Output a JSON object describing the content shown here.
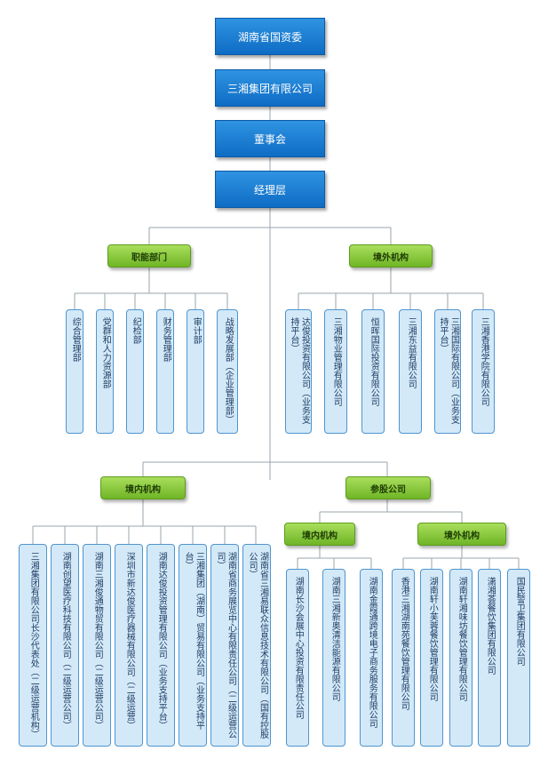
{
  "top_chain": [
    {
      "label": "湖南省国资委"
    },
    {
      "label": "三湘集团有限公司"
    },
    {
      "label": "董事会"
    },
    {
      "label": "经理层"
    }
  ],
  "groups": {
    "functional": {
      "label": "职能部门",
      "items": [
        "综合管理部",
        "党群和人力资源部",
        "纪检部",
        "财务管理部",
        "审计部",
        "战略发展部（企业管理部）"
      ]
    },
    "overseas": {
      "label": "境外机构",
      "items": [
        "达俊投资有限公司（业务支持平台）",
        "三湘物业管理有限公司",
        "恒晖国际投资有限公司",
        "三湘东益有限公司",
        "三湘国际有限公司（业务支持平台）",
        "三湘香港学院有限公司"
      ]
    },
    "domestic": {
      "label": "境内机构",
      "items": [
        "三湘集团有限公司长沙代表处（二级运营机构）",
        "湖南创望医疗科技有限公司（二级运营公司）",
        "湖南三湘俊通物贸有限公司（二级运营公司）",
        "深圳市新达俊医疗器械有限公司（二级运营）",
        "湖南达俊投资管理有限公司（业务支持平台）",
        "三湘集团（湖南）贸易有限公司（业务支持平台）",
        "湖南省商务展览中心有限责任公司（二级运营公司）",
        "湖南省三湘易联众信息技术有限公司（国有控股公司）"
      ]
    },
    "equity": {
      "label": "参股公司",
      "domestic": {
        "label": "境内机构",
        "items": [
          "湖南长沙会展中心投资有限责任公司",
          "湖南三湘新奥清洁能源有限公司",
          "湖南金霞通跨境电子商务服务有限公司"
        ]
      },
      "overseas": {
        "label": "境外机构",
        "items": [
          "香港三湘湖南苑餐饮管理有限公司",
          "湖南轩小芙蓉餐饮管理有限公司",
          "湖南轩湘味坊餐饮管理有限公司",
          "潇湘荟餐饮集团有限公司",
          "国民警卫集团有限公司"
        ]
      }
    }
  }
}
